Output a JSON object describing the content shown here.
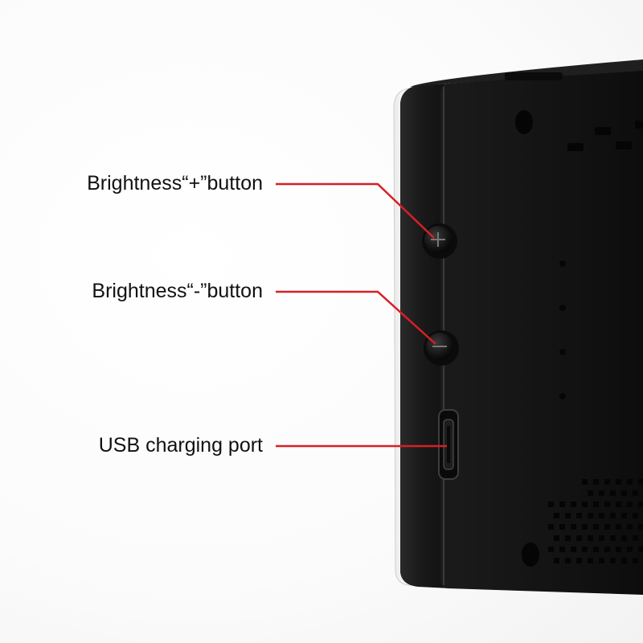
{
  "callouts": {
    "brightness_plus": "Brightness“+”button",
    "brightness_minus": "Brightness“-”button",
    "usb_port": "USB charging port"
  },
  "colors": {
    "leader_line": "#d81f26",
    "device_body": "#151515",
    "background": "#ffffff"
  }
}
